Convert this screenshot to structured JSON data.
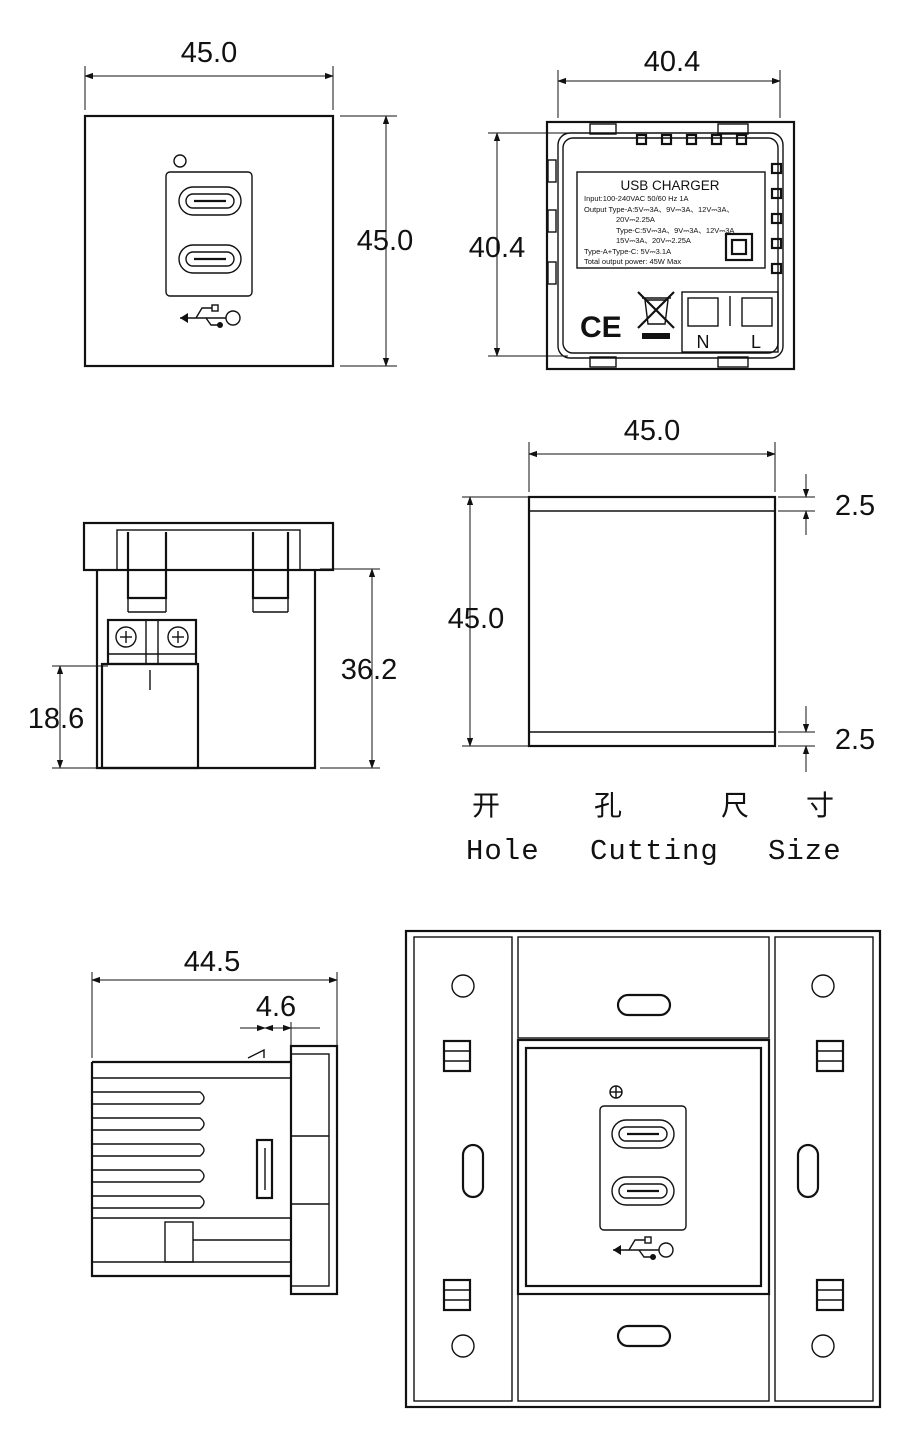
{
  "dimensions": {
    "front_width": "45.0",
    "front_height": "45.0",
    "back_width": "40.4",
    "back_height": "40.4",
    "side_height_total": "36.2",
    "side_height_lower": "18.6",
    "cut_width": "45.0",
    "cut_height": "45.0",
    "cut_top_margin": "2.5",
    "cut_bottom_margin": "2.5",
    "top_depth": "44.5",
    "top_flange": "4.6"
  },
  "label": {
    "title": "USB CHARGER",
    "line1": "Input:100-240VAC 50/60 Hz 1A",
    "line2": "Output Type-A:5V⎓3A、9V⎓3A、12V⎓3A、",
    "line3": "20V⎓2.25A",
    "line4": "Type-C:5V⎓3A、9V⎓3A、12V⎓3A",
    "line5": "15V⎓3A、20V⎓2.25A",
    "line6": "Type-A+Type-C: 5V⎓3.1A",
    "line7": "Total output power: 45W Max",
    "ce_mark": "CE",
    "terminal_n": "N",
    "terminal_l": "L"
  },
  "caption": {
    "cn_1": "开",
    "cn_2": "孔",
    "cn_3": "尺",
    "cn_4": "寸",
    "en_1": "Hole",
    "en_2": "Cutting",
    "en_3": "Size"
  }
}
